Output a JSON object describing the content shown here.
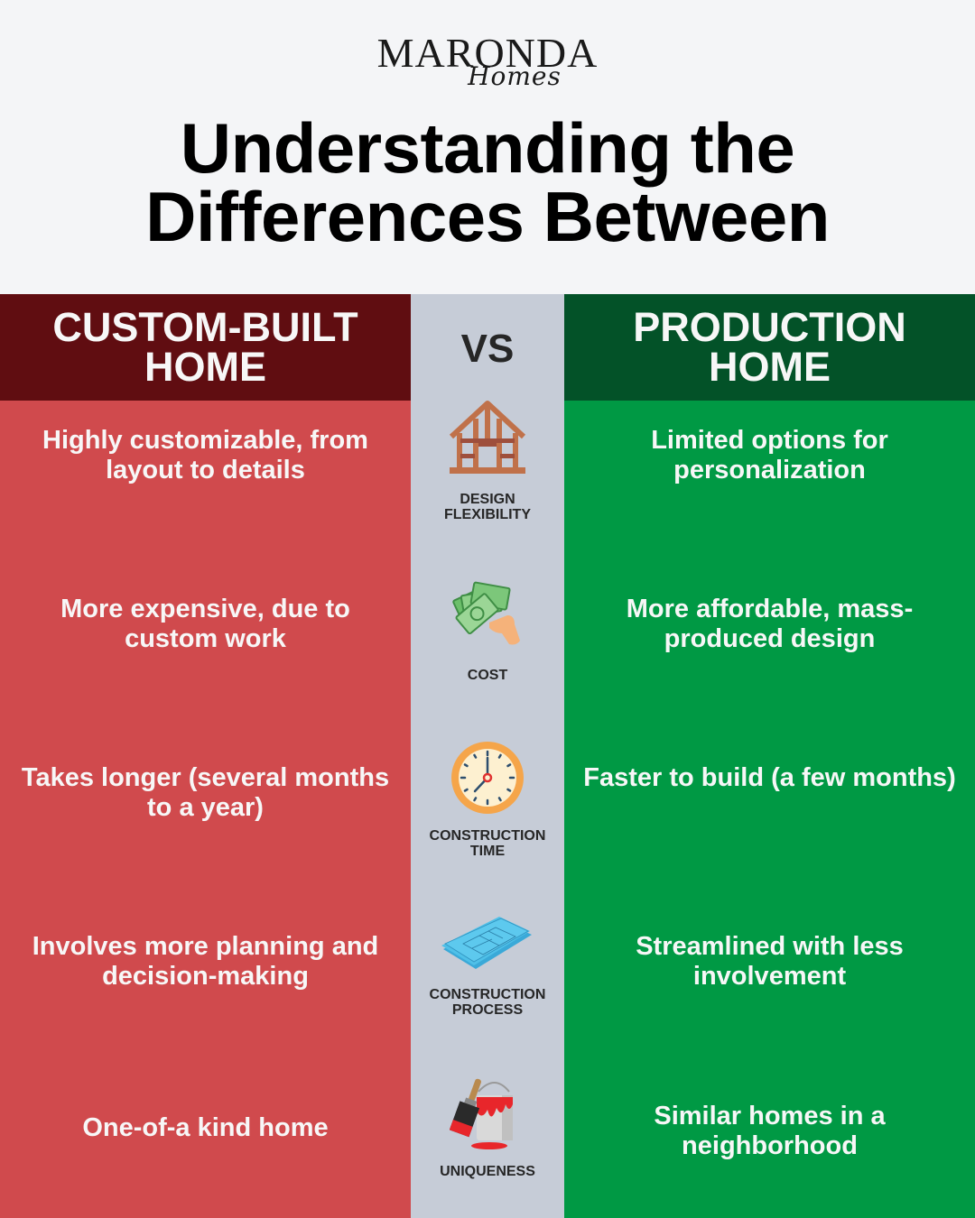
{
  "brand": {
    "name": "MARONDA",
    "script": "Homes"
  },
  "title": {
    "line1": "Understanding the",
    "line2": "Differences Between"
  },
  "columns": {
    "left": {
      "line1": "CUSTOM-BUILT",
      "line2": "HOME",
      "header_color": "#600d11",
      "body_color": "#d04a4d"
    },
    "middle": {
      "label": "VS",
      "color": "#c6ccd7"
    },
    "right": {
      "line1": "PRODUCTION",
      "line2": "HOME",
      "header_color": "#035228",
      "body_color": "#009944"
    }
  },
  "rows": [
    {
      "category_line1": "DESIGN",
      "category_line2": "FLEXIBILITY",
      "icon": "house-frame-icon",
      "custom": "Highly customizable, from layout to details",
      "production": "Limited options for personalization"
    },
    {
      "category_line1": "COST",
      "category_line2": "",
      "icon": "money-in-hand-icon",
      "custom": "More expensive, due to custom work",
      "production": "More affordable, mass-produced design"
    },
    {
      "category_line1": "CONSTRUCTION",
      "category_line2": "TIME",
      "icon": "clock-icon",
      "custom": "Takes longer (several months to a year)",
      "production": "Faster to build (a few months)"
    },
    {
      "category_line1": "CONSTRUCTION",
      "category_line2": "PROCESS",
      "icon": "blueprints-icon",
      "custom": "Involves more planning and decision-making",
      "production": "Streamlined with less involvement"
    },
    {
      "category_line1": "UNIQUENESS",
      "category_line2": "",
      "icon": "paint-bucket-brush-icon",
      "custom": "One-of-a kind home",
      "production": "Similar homes in a neighborhood"
    }
  ]
}
